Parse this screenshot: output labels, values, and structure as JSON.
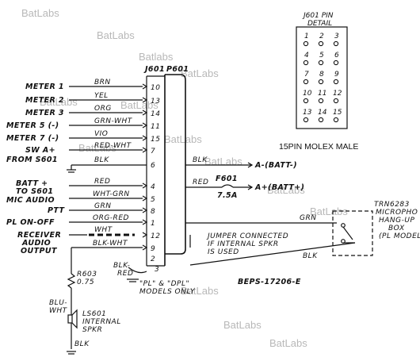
{
  "watermarks": [
    "BatLabs",
    "BatLabs",
    "Batlabs",
    "BatLabs",
    "BatLabs",
    "BatLabs",
    "BatLabs",
    "BatLabs",
    "BatLabs",
    "BatLabs",
    "BatLabs",
    "BatLabs",
    "BatLabs",
    "BatLabs"
  ],
  "connector": {
    "j601": "J601",
    "p601": "P601"
  },
  "pin_detail": {
    "title_line1": "J601 PIN",
    "title_line2": "DETAIL",
    "grid": [
      [
        "1",
        "2",
        "3"
      ],
      [
        "4",
        "5",
        "6"
      ],
      [
        "7",
        "8",
        "9"
      ],
      [
        "10",
        "11",
        "12"
      ],
      [
        "13",
        "14",
        "15"
      ]
    ],
    "caption": "15PIN MOLEX MALE"
  },
  "left_signals": [
    {
      "name": "METER 1",
      "wire": "BRN",
      "pin": "10"
    },
    {
      "name": "METER 2",
      "wire": "YEL",
      "pin": "13"
    },
    {
      "name": "METER 3",
      "wire": "ORG",
      "pin": "14"
    },
    {
      "name": "METER 5 (-)",
      "wire": "GRN-WHT",
      "pin": "11"
    },
    {
      "name": "METER 7 (-)",
      "wire": "VIO",
      "pin": "15"
    },
    {
      "name": "SW A+",
      "wire": "RED-WHT",
      "pin": "7"
    },
    {
      "name": "FROM S601",
      "wire": "BLK",
      "pin": "6"
    },
    {
      "name": "BATT +",
      "wire": "RED",
      "pin": "4"
    },
    {
      "name": "TO S601",
      "wire": "",
      "pin": ""
    },
    {
      "name": "MIC AUDIO",
      "wire": "WHT-GRN",
      "pin": "5"
    },
    {
      "name": "PTT",
      "wire": "GRN",
      "pin": "8"
    },
    {
      "name": "PL ON-OFF",
      "wire": "ORG-RED",
      "pin": "1"
    },
    {
      "name": "",
      "wire": "WHT",
      "pin": ""
    },
    {
      "name": "RECEIVER",
      "wire": "",
      "pin": "12"
    },
    {
      "name": "AUDIO",
      "wire": "BLK-WHT",
      "pin": "9"
    },
    {
      "name": "OUTPUT",
      "wire": "",
      "pin": "2"
    },
    {
      "name": "",
      "wire": "",
      "pin": "3"
    }
  ],
  "right": {
    "blk": "BLK",
    "batt_minus": "A-(BATT-)",
    "red": "RED",
    "fuse": "F601",
    "fuse_rating": "7.5A",
    "batt_plus": "A+(BATT+)",
    "grn": "GRN",
    "blk2": "BLK",
    "jumper": [
      "JUMPER CONNECTED",
      "IF INTERNAL SPKR",
      "IS USED"
    ],
    "trn": [
      "TRN6283",
      "MICROPHO",
      "HANG-UP",
      "BOX",
      "(PL MODEL"
    ]
  },
  "bottom": {
    "blk_red": [
      "BLK-",
      "RED"
    ],
    "pl_note": [
      "\"PL\" & \"DPL\"",
      "MODELS ONLY"
    ],
    "beps": "BEPS-17206-E",
    "r603": "R603",
    "r603_val": "0.75",
    "blu_wht": [
      "BLU-",
      "WHT"
    ],
    "ls601": [
      "LS601",
      "INTERNAL",
      "SPKR"
    ],
    "blk_bottom": "BLK"
  }
}
